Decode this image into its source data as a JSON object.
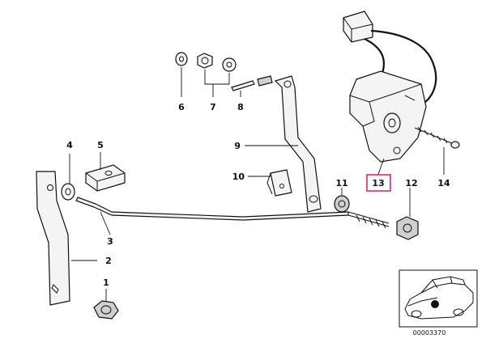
{
  "labels": {
    "l1": "1",
    "l2": "2",
    "l3": "3",
    "l4": "4",
    "l5": "5",
    "l6": "6",
    "l7": "7",
    "l8": "8",
    "l9": "9",
    "l10": "10",
    "l11": "11",
    "l12": "12",
    "l13": "13",
    "l14": "14"
  },
  "highlighted_part": "13",
  "diagram_number": "00003370",
  "colors": {
    "highlight": "#e0218a",
    "ink": "#111111"
  }
}
